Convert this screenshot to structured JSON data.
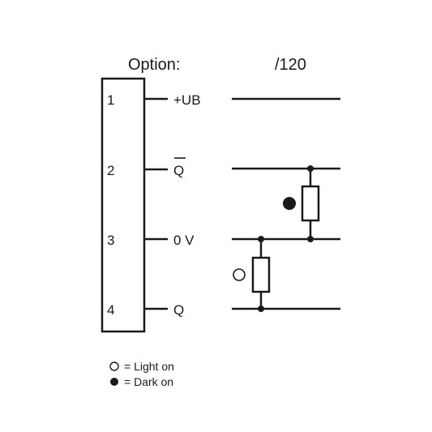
{
  "header": {
    "option_label": "Option:",
    "variant_label": "/120"
  },
  "pins": [
    {
      "number": "1",
      "signal": "+UB"
    },
    {
      "number": "2",
      "signal": "Q",
      "overline": true
    },
    {
      "number": "3",
      "signal": "0 V"
    },
    {
      "number": "4",
      "signal": "Q"
    }
  ],
  "legend": [
    {
      "symbol": "open-circle",
      "text": "= Light on"
    },
    {
      "symbol": "filled-circle",
      "text": "= Dark on"
    }
  ]
}
